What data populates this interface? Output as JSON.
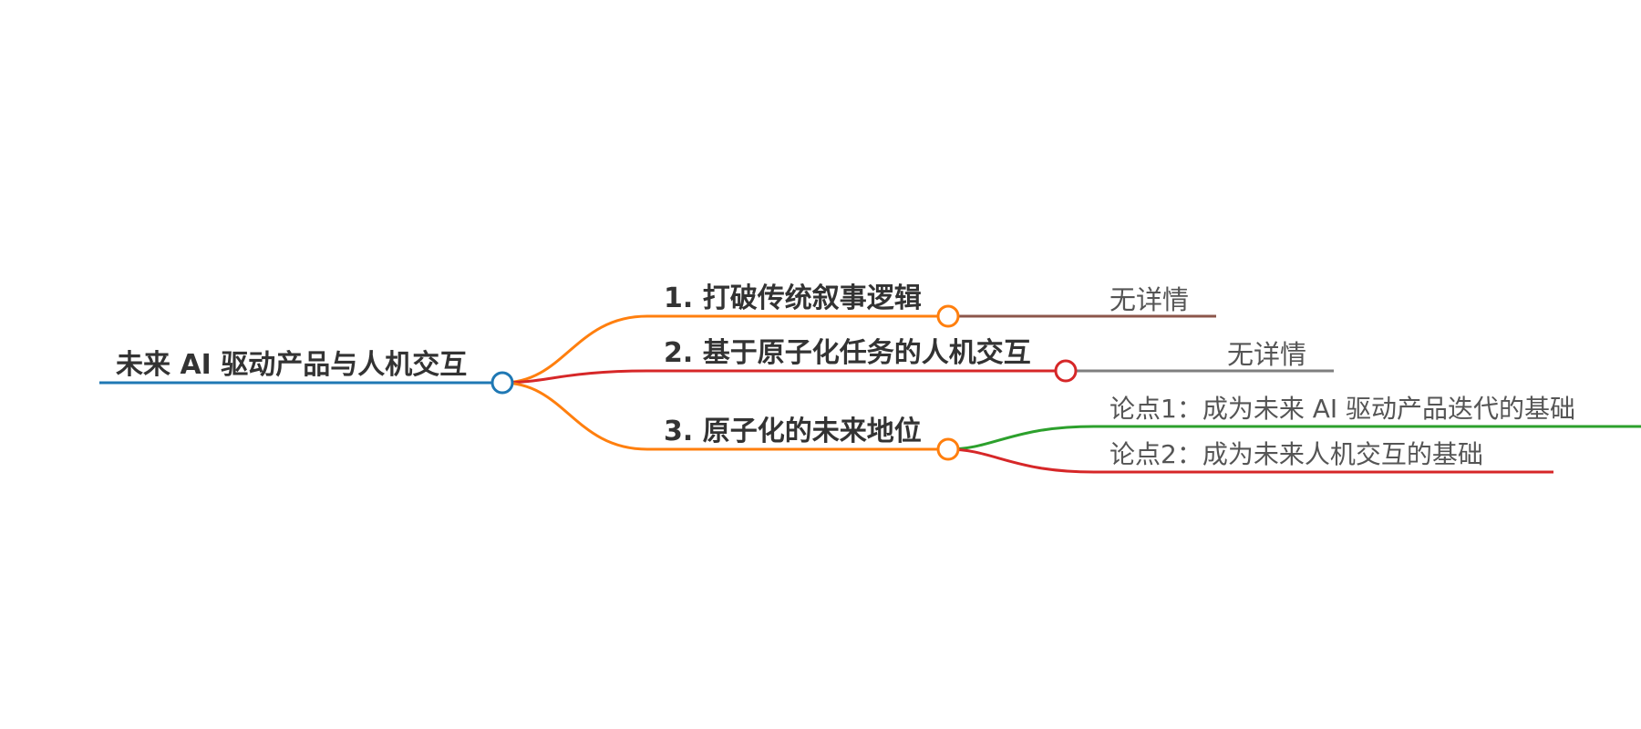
{
  "mindmap": {
    "root": {
      "label": "未来 AI 驱动产品与人机交互",
      "color": "#1f78b4"
    },
    "branches": [
      {
        "label": "1. 打破传统叙事逻辑",
        "color": "#ff7f0e",
        "children": [
          {
            "label": "无详情",
            "color": "#8c564b"
          }
        ]
      },
      {
        "label": "2. 基于原子化任务的人机交互",
        "color": "#d62728",
        "children": [
          {
            "label": "无详情",
            "color": "#7f7f7f"
          }
        ]
      },
      {
        "label": "3. 原子化的未来地位",
        "color": "#ff7f0e",
        "children": [
          {
            "label": "论点1：成为未来 AI 驱动产品迭代的基础",
            "color": "#2ca02c"
          },
          {
            "label": "论点2：成为未来人机交互的基础",
            "color": "#d62728"
          }
        ]
      }
    ]
  }
}
